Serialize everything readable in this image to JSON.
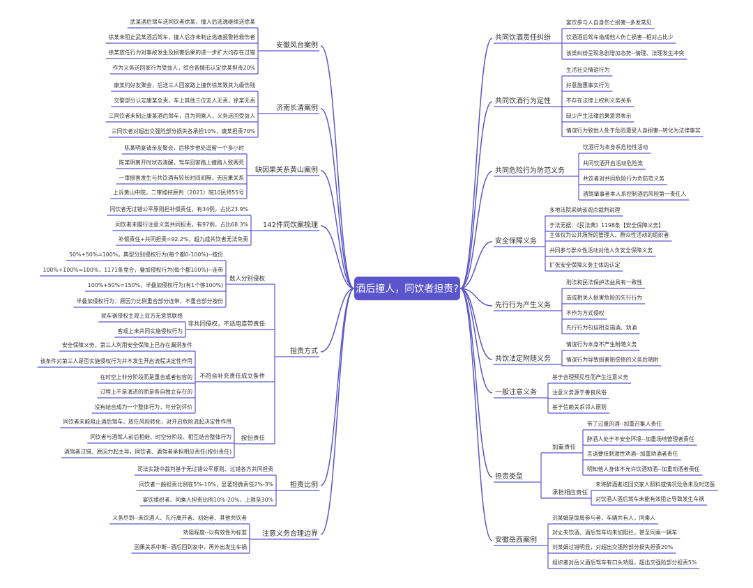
{
  "center": {
    "title": "酒后撞人，同饮者担责?"
  },
  "colors": {
    "center_fill": "#5b55cc",
    "link": "#5b55cc"
  },
  "left": [
    {
      "label": "安徽风台案例",
      "children": [
        "武某酒后驾车送同饮者徐某，撞人后逃逸继续送徐某",
        "徐某未阻止武某酒后驾车，撞人后亦未制止逃逸报警抢救伤者",
        "徐某放任行为对事故发生及损害后果的进一步扩大均存在过错",
        "作为义务送回家行为受益人，综合各情形认定徐某担责20%"
      ]
    },
    {
      "label": "济南长清案例",
      "children": [
        "康某约好友聚会，后送三人回家路上撞伤徐某致其九级伤残",
        "交警部分认定康某全责，车上其他三位友人无责，徐某无责",
        "三同饮者未制止康某酒后驾车，且为同乘人，义务送回受益人",
        "三同饮者对超出交强险部分损失各承担10%，康某担责70%"
      ]
    },
    {
      "label": "缺因果关系黄山案例",
      "children": [
        "陈某明宴请亲友聚会，后移步他处逗留一个多小时",
        "陈某明离开时状态清醒，驾车回家路上撞路人致两死",
        "一审损害发生与共饮酒有较长时间间隔，无因果关系",
        "上诉黄山中院，二审维持原判（2021）皖10民终55号"
      ]
    },
    {
      "label": "142件同饮案梳理",
      "children": [
        "同饮者无过错公平原则担补偿责任，有34例，占比23.9%",
        "同饮者未履行注意义务共同担责，有97例，占比68.3%",
        "补偿责任+共同担责=92.2%，超九成共饮者无法免责"
      ]
    },
    {
      "label": "担责方式",
      "children": [
        {
          "label": "数人分别侵权",
          "children": [
            "50%+50%=100%，典型分别侵权行为(每个都0-100%)--按份",
            "100%+100%=100%，1171条竞合，叠加侵权行为(每个都100%)--连带",
            "100%+50%=150%，半叠加侵权行为(有1个够100%)",
            "半叠加侵权行为：原因力比例重合部分连带，不重合部分按份"
          ]
        },
        {
          "label": "非共同侵权，不适用连带责任",
          "children": [
            "就车祸侵权主观上双方无意思联络",
            "客观上未共同实施侵权行为"
          ]
        },
        {
          "label": "不符合补充责任成立条件",
          "children": [
            "安全保障义务，第三人利用安全保障上已存在漏洞条件",
            "该条件对第三人是否实施侵权行为并不发生开启流程决定性作用",
            "在时空上非分阶段而是重合或者包容的",
            "过程上不是演进的而是各自独立存在的",
            "没有结合成为一个整体行为，可分别评价"
          ]
        },
        {
          "label": "按份责任",
          "children": [
            "同饮者未能阻止酒后驾车，放任风险转化，对开启危险流起决定性作用",
            "同饮者与酒驾人前后相继、时空分阶段、相互结合整体行为",
            "酒驾者过错、原因力起主导，同饮者、酒驾者承担相应责任(按份责任)"
          ]
        }
      ]
    },
    {
      "label": "担责比例",
      "children": [
        "司法实践中裁判基于无过错公平原则、过错各方共同担责",
        "同饮者一般担责比例在5%-10%，显著轻微责任2%-3%",
        "宴饮组织者、同乘人担责比例10%-20%，上限至30%"
      ]
    },
    {
      "label": "注意义务合理边界",
      "children": [
        "义务尽到--未饮酒人、先行离开者、初始者、其他共饮者",
        "劝阻程度--以有效性为标准",
        "因果关系中断--酒后回到家中，再外出发生车祸"
      ]
    }
  ],
  "right": [
    {
      "label": "共同饮酒责任纠纷",
      "children": [
        "宴饮参与人自身伤亡损害--多发常见",
        "饮酒酒后驾车造成他人伤亡损害--相对占比少",
        "该类纠纷呈现急剧增加态势--情理、法理发生冲突"
      ]
    },
    {
      "label": "共同饮酒行为定性",
      "children": [
        "生活社交情谊行为",
        "好意施惠事实行为",
        "不存在法律上权利义务关系",
        "缺少产生法律后果意思表示",
        "情谊行为致他人处于危险遭受人身损害--转化为法律事实"
      ]
    },
    {
      "label": "共同危险行为防范义务",
      "children": [
        "饮酒行为本身系危险性活动",
        "共同饮酒开启活动危险流",
        "共饮者对共同危险行为负防范义务",
        "酒驾肇事者本人系控制酒后风险第一责任人"
      ]
    },
    {
      "label": "安全保障义务",
      "children": [
        "多地法院采纳该观点裁判说理",
        "于法无据：《民法典》1198条【安全保障义务】",
        "主体仅为公共场所的管理人、群众性活动的组织者",
        "共同参与群众性活动对他人负安全保障义务",
        "扩张安全保障义务主体的认定"
      ]
    },
    {
      "label": "先行行为产生义务",
      "children": [
        "刑法和民法保护法益具有一致性",
        "造成相关人损害危险的先行行为",
        "不作为方式侵权",
        "先行行为包括相互竭酒、劝酒"
      ]
    },
    {
      "label": "共饮法定附随义务",
      "children": [
        "情谊行为本身不产生附随义务",
        "情谊行为导致损害赔偿债的义务后随附"
      ]
    },
    {
      "label": "一般注意义务",
      "children": [
        "基于合理预见性而产生注意义务",
        "注意义务源于善良风俗",
        "基于信赖关系邻人原则"
      ]
    },
    {
      "label": "担责类型",
      "children": [
        {
          "label": "加重责任",
          "children": [
            "带了过量的酒--加重召集人责任",
            "醉酒人处于不安全环境--加重场地管理者责任",
            "言语要挟刺激性劝酒--加重劝酒者责任",
            "明知他人身体不允许饮酒劝酒--加重劝酒者责任"
          ]
        },
        {
          "label": "承担相应责任",
          "children": [
            "未将醉酒者送回交家人照料或情况危急未及时送医",
            "对饮酒人酒后驾车未能有效阻止导致发生车祸"
          ]
        }
      ]
    },
    {
      "label": "安徽岳西案例",
      "children": [
        "刘某娟是饭局参与者，车辆共有人，同乘人",
        "对丈夫饮酒、酒后驾车均未加阻拦，甚至同乘一辆车",
        "刘某娟过错明显，对超出交强险部分损失担责20%",
        "组织者对岳父酒后驾车有口头劝阻，超出交强险部分担责5%"
      ]
    }
  ]
}
